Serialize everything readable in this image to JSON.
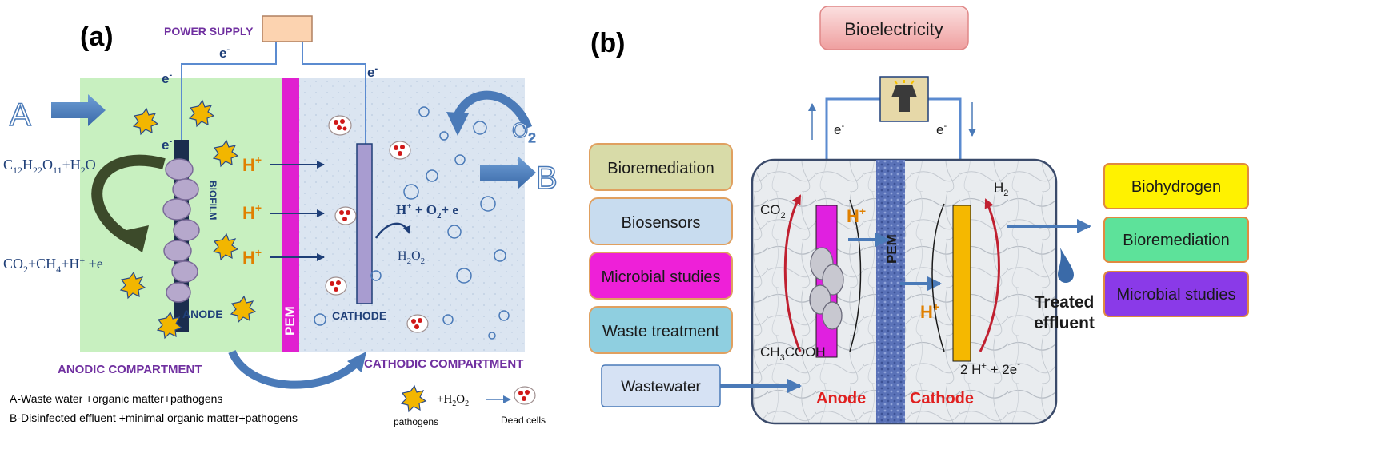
{
  "panel_a": {
    "label": "(a)",
    "power_supply": "POWER SUPPLY",
    "electron": "e",
    "electron_sup": "-",
    "inlet": "A",
    "outlet": "B",
    "oxygen": "O",
    "oxygen_sub": "2",
    "sucrose": "C12H22O11+H2O",
    "products": "CO2+CH4+H+ +e",
    "biofilm": "BIOFILM",
    "anode": "ANODE",
    "pem": "PEM",
    "proton": "H",
    "proton_sup": "+",
    "cathode": "CATHODE",
    "cathode_reaction": "H+ + O2+ e",
    "peroxide": "H2O2",
    "anodic_compartment": "ANODIC COMPARTMENT",
    "cathodic_compartment": "CATHODIC COMPARTMENT",
    "legend_a": "A-Waste water +organic matter+pathogens",
    "legend_b": "B-Disinfected effluent +minimal organic matter+pathogens",
    "pathogens": "pathogens",
    "plus_peroxide": "+H2O2",
    "dead_cells": "Dead cells"
  },
  "panel_b": {
    "label": "(b)",
    "bioelectricity": "Bioelectricity",
    "electron": "e",
    "electron_sup": "-",
    "left_boxes": [
      "Bioremediation",
      "Biosensors",
      "Microbial studies",
      "Waste treatment"
    ],
    "wastewater": "Wastewater",
    "co2": "CO2",
    "proton": "H",
    "proton_sup": "+",
    "pem": "PEM",
    "h2": "H2",
    "acetate": "CH3COOH",
    "cathode_reaction": "2 H+ + 2e",
    "anode": "Anode",
    "cathode": "Cathode",
    "right_boxes": [
      "Biohydrogen",
      "Bioremediation",
      "Microbial studies"
    ],
    "treated_line1": "Treated",
    "treated_line2": "effluent"
  },
  "colors": {
    "anodic_bg": "#c8f0c0",
    "cathodic_bg": "#dde7f2",
    "pem": "#e020d0",
    "cathode_rod": "#a89cd0",
    "arrow_blue": "#4a7ab8",
    "purple_text": "#7030a0",
    "proton_orange": "#e08000",
    "anode_b": "#e020e0",
    "cathode_b": "#f5b800",
    "red_label": "#e02020",
    "bioelectricity_bg": "#f6c9c9"
  }
}
